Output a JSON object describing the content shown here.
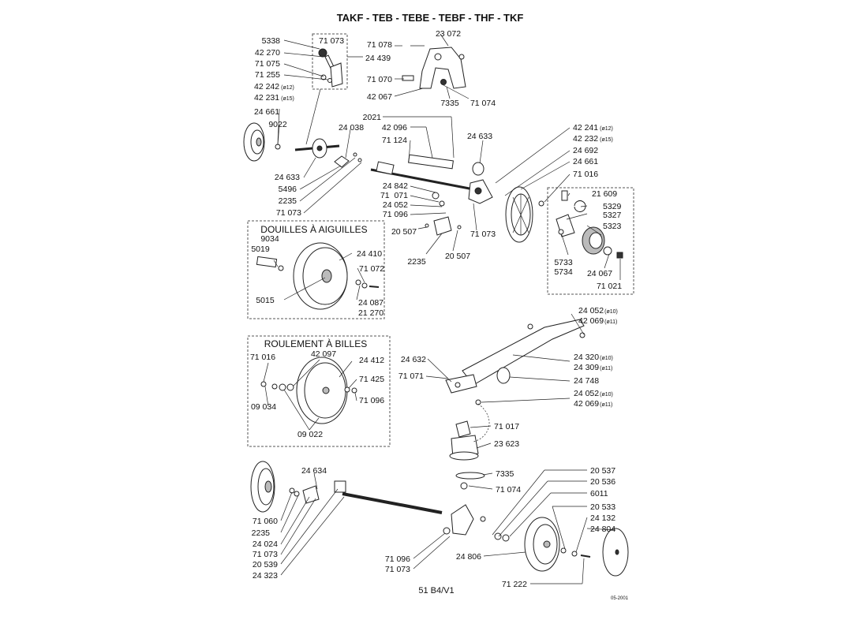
{
  "title": "TAKF - TEB - TEBE - TEBF - THF - TKF",
  "footer_code": "51 B4/V1",
  "date_code": "05-2001",
  "boxes": {
    "needle": "DOUILLES À AIGUILLES",
    "ball": "ROULEMENT À BILLES"
  },
  "labels": [
    {
      "id": "l-5338",
      "text": "5338"
    },
    {
      "id": "l-42270a",
      "text": "42 270"
    },
    {
      "id": "l-71075",
      "text": "71 075"
    },
    {
      "id": "l-71255",
      "text": "71 255"
    },
    {
      "id": "l-42242",
      "text": "42 242",
      "sub": "(ø12)"
    },
    {
      "id": "l-42231",
      "text": "42 231",
      "sub": "(ø15)"
    },
    {
      "id": "l-71073a",
      "text": "71 073"
    },
    {
      "id": "l-24439",
      "text": "24 439"
    },
    {
      "id": "l-71078",
      "text": "71 078"
    },
    {
      "id": "l-23072",
      "text": "23 072"
    },
    {
      "id": "l-71070",
      "text": "71 070"
    },
    {
      "id": "l-42067",
      "text": "42 067"
    },
    {
      "id": "l-7335a",
      "text": "7335"
    },
    {
      "id": "l-71074a",
      "text": "71 074"
    },
    {
      "id": "l-24661a",
      "text": "24 661"
    },
    {
      "id": "l-9022",
      "text": "9022"
    },
    {
      "id": "l-24038",
      "text": "24 038"
    },
    {
      "id": "l-2021",
      "text": "2021"
    },
    {
      "id": "l-42096",
      "text": "42 096"
    },
    {
      "id": "l-71124",
      "text": "71 124"
    },
    {
      "id": "l-24633a",
      "text": "24 633"
    },
    {
      "id": "l-42241",
      "text": "42 241",
      "sub": "(ø12)"
    },
    {
      "id": "l-42232",
      "text": "42 232",
      "sub": "(ø15)"
    },
    {
      "id": "l-24692",
      "text": "24 692"
    },
    {
      "id": "l-24661b",
      "text": "24 661"
    },
    {
      "id": "l-71016a",
      "text": "71 016"
    },
    {
      "id": "l-24633b",
      "text": "24 633"
    },
    {
      "id": "l-5496",
      "text": "5496"
    },
    {
      "id": "l-2235a",
      "text": "2235"
    },
    {
      "id": "l-71073b",
      "text": "71 073"
    },
    {
      "id": "l-24842",
      "text": "24 842"
    },
    {
      "id": "l-71071a",
      "text": "71  071"
    },
    {
      "id": "l-24052a",
      "text": "24 052"
    },
    {
      "id": "l-71096a",
      "text": "71 096"
    },
    {
      "id": "l-71073c",
      "text": "71 073"
    },
    {
      "id": "l-20507a",
      "text": "20 507"
    },
    {
      "id": "l-2235b",
      "text": "2235"
    },
    {
      "id": "l-20507b",
      "text": "20 507"
    },
    {
      "id": "l-21609",
      "text": "21 609"
    },
    {
      "id": "l-5329",
      "text": "5329"
    },
    {
      "id": "l-5327",
      "text": "5327"
    },
    {
      "id": "l-5323",
      "text": "5323"
    },
    {
      "id": "l-5733",
      "text": "5733"
    },
    {
      "id": "l-5734",
      "text": "5734"
    },
    {
      "id": "l-24067",
      "text": "24 067"
    },
    {
      "id": "l-71021",
      "text": "71 021"
    },
    {
      "id": "l-9034",
      "text": "9034"
    },
    {
      "id": "l-5019",
      "text": "5019"
    },
    {
      "id": "l-24410",
      "text": "24 410"
    },
    {
      "id": "l-71072",
      "text": "71 072"
    },
    {
      "id": "l-5015",
      "text": "5015"
    },
    {
      "id": "l-24087",
      "text": "24 087"
    },
    {
      "id": "l-21270",
      "text": "21 270"
    },
    {
      "id": "l-24052b",
      "text": "24 052",
      "sub": "(ø10)"
    },
    {
      "id": "l-42069a",
      "text": "42 069",
      "sub": "(ø11)"
    },
    {
      "id": "l-42097",
      "text": "42 097"
    },
    {
      "id": "l-71016b",
      "text": "71 016"
    },
    {
      "id": "l-24412",
      "text": "24 412"
    },
    {
      "id": "l-71425",
      "text": "71 425"
    },
    {
      "id": "l-71096b",
      "text": "71 096"
    },
    {
      "id": "l-09034",
      "text": "09 034"
    },
    {
      "id": "l-09022",
      "text": "09 022"
    },
    {
      "id": "l-24632",
      "text": "24 632"
    },
    {
      "id": "l-71071b",
      "text": "71 071"
    },
    {
      "id": "l-24320",
      "text": "24 320",
      "sub": "(ø10)"
    },
    {
      "id": "l-24309",
      "text": "24 309",
      "sub": "(ø11)"
    },
    {
      "id": "l-24748",
      "text": "24 748"
    },
    {
      "id": "l-24052c",
      "text": "24 052",
      "sub": "(ø10)"
    },
    {
      "id": "l-42069b",
      "text": "42 069",
      "sub": "(ø11)"
    },
    {
      "id": "l-71017",
      "text": "71 017"
    },
    {
      "id": "l-23623",
      "text": "23 623"
    },
    {
      "id": "l-7335b",
      "text": "7335"
    },
    {
      "id": "l-71074b",
      "text": "71 074"
    },
    {
      "id": "l-24634",
      "text": "24 634"
    },
    {
      "id": "l-71060",
      "text": "71 060"
    },
    {
      "id": "l-2235c",
      "text": "2235"
    },
    {
      "id": "l-24024",
      "text": "24 024"
    },
    {
      "id": "l-71073d",
      "text": "71 073"
    },
    {
      "id": "l-20539",
      "text": "20 539"
    },
    {
      "id": "l-24323",
      "text": "24 323"
    },
    {
      "id": "l-20537",
      "text": "20 537"
    },
    {
      "id": "l-20536",
      "text": "20 536"
    },
    {
      "id": "l-6011",
      "text": "6011"
    },
    {
      "id": "l-20533",
      "text": "20 533"
    },
    {
      "id": "l-24132",
      "text": "24 132"
    },
    {
      "id": "l-24804",
      "text": "24 804"
    },
    {
      "id": "l-71096c",
      "text": "71 096"
    },
    {
      "id": "l-71073e",
      "text": "71 073"
    },
    {
      "id": "l-24806",
      "text": "24 806"
    },
    {
      "id": "l-71222",
      "text": "71 222"
    }
  ]
}
